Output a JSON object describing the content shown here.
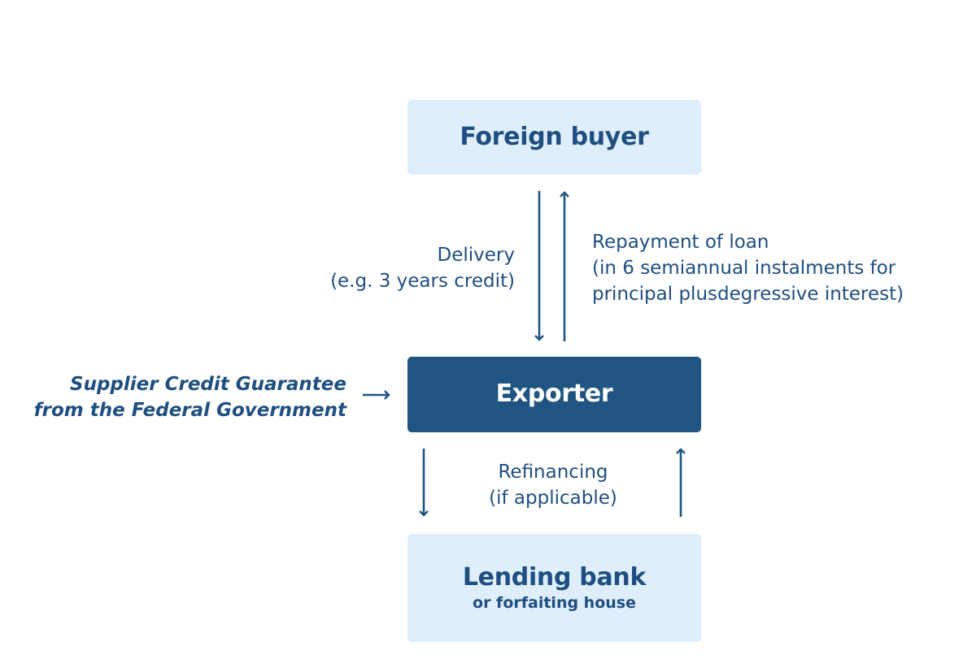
{
  "nodes": {
    "foreign_buyer": {
      "title": "Foreign buyer"
    },
    "exporter": {
      "title": "Exporter"
    },
    "lending_bank": {
      "title": "Lending bank",
      "subtitle": "or forfaiting house"
    }
  },
  "edges": {
    "delivery": "Delivery\n(e.g. 3 years credit)",
    "repayment": "Repayment of loan\n(in 6 semiannual instalments for\nprincipal plusdegressive interest)",
    "refinancing": "Refinancing\n(if applicable)",
    "guarantee": "Supplier Credit Guarantee\nfrom the Federal Government"
  },
  "colors": {
    "primary": "#205482",
    "text": "#1f4e80",
    "light_box": "#dfeefc"
  }
}
